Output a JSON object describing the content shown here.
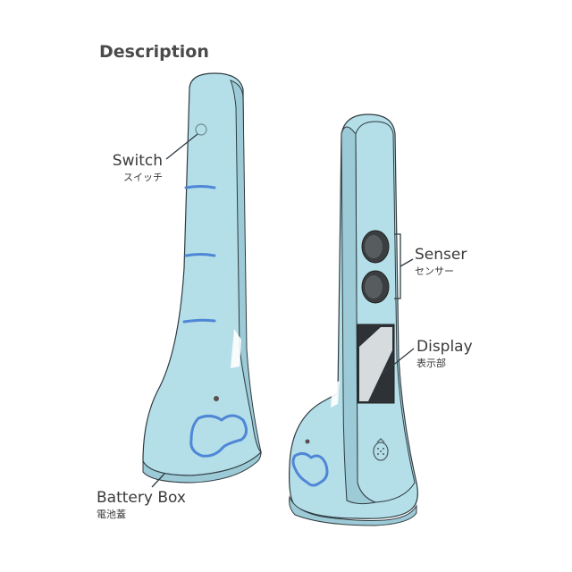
{
  "title": "Description",
  "labels": {
    "switch": {
      "en": "Switch",
      "jp": "スイッチ"
    },
    "senser": {
      "en": "Senser",
      "jp": "センサー"
    },
    "display": {
      "en": "Display",
      "jp": "表示部"
    },
    "battery": {
      "en": "Battery Box",
      "jp": "電池蓋"
    }
  },
  "colors": {
    "body": "#b4dfe9",
    "shadow": "#9ccad6",
    "outline": "#2f3b40",
    "accent": "#4f87d6"
  }
}
